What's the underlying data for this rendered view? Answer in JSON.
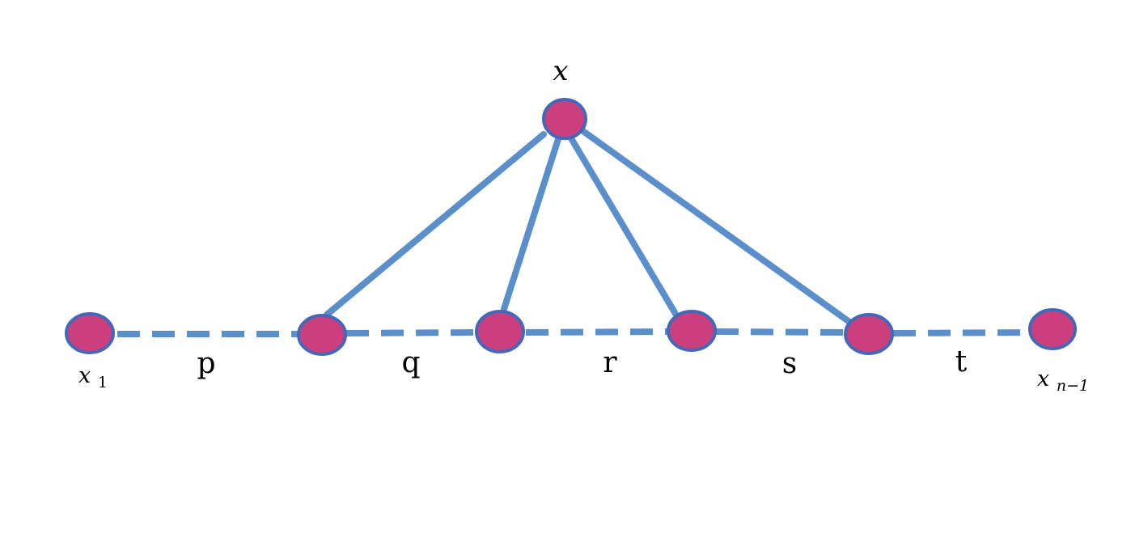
{
  "diagram": {
    "colors": {
      "edge": "#5b8fcc",
      "node_fill": "#cc3f7e",
      "node_stroke": "#4468b8",
      "text": "#000000"
    },
    "top_vertex": {
      "label": "x"
    },
    "path_start": {
      "label_base": "x",
      "label_sub": "1"
    },
    "path_end": {
      "label_base": "x",
      "label_sub": "n−1"
    },
    "segments": [
      "p",
      "q",
      "r",
      "s",
      "t"
    ]
  }
}
